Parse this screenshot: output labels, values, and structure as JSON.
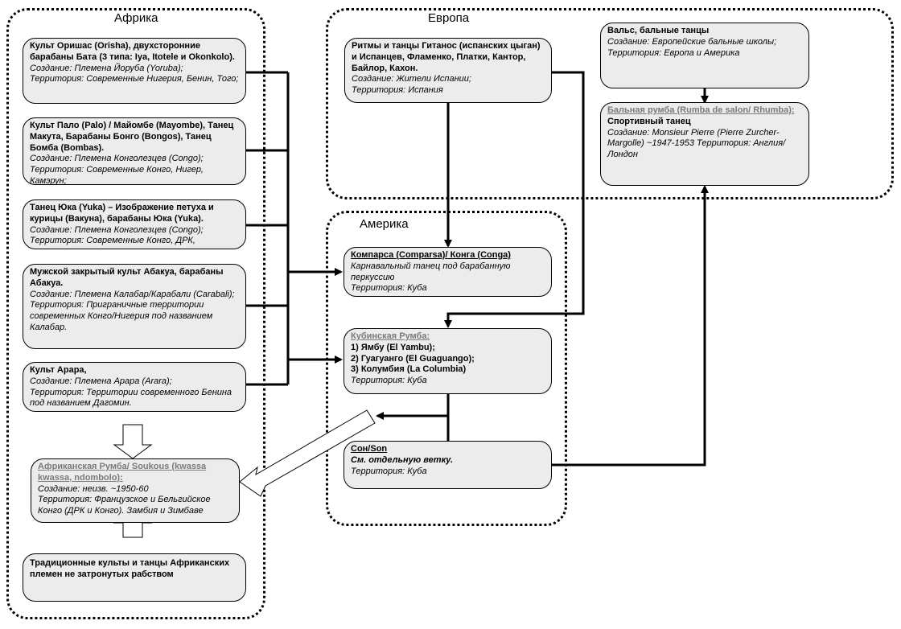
{
  "regions": {
    "africa": "Африка",
    "europe": "Европа",
    "america": "Америка"
  },
  "boxes": {
    "orisha": {
      "title": "Культ Оришас (Orisha), двухсторонние барабаны Бата (3 типа: Iya, Itotele и Okonkolo).",
      "creation": "Создание: Племена Йоруба (Yoruba);",
      "territory": "Территория: Современные Нигерия, Бенин, Того;"
    },
    "palo": {
      "title": "Культ Пало (Palo) / Майомбе (Mayombe), Танец Макута, Барабаны Бонго (Bongos), Танец Бомба (Bombas).",
      "creation": "Создание: Племена Конголезцев (Congo);",
      "territory": "Территория: Современные Конго, Нигер, Камэрун;"
    },
    "yuka": {
      "title": "Танец Юка (Yuka) –  Изображение петуха и курицы (Вакуна), барабаны Юка (Yuka).",
      "creation": "Создание: Племена Конголезцев (Congo);",
      "territory": "Территория: Современные Конго, ДРК,"
    },
    "abakua": {
      "title": "Мужской закрытый культ Абакуа, барабаны Абакуа.",
      "creation": "Создание: Племена Калабар/Карабали (Carabali);",
      "territory": "Территория: Приграничные территории современных Конго/Нигерия под названием Калабар."
    },
    "arara": {
      "title": "Культ Арара,",
      "creation": "Создание: Племена Арара (Arara);",
      "territory": "Территория: Территории современного Бенина под названием Дагомин."
    },
    "soukous": {
      "title": "Африканская Румба/ Soukous (kwassa kwassa, ndombolo):",
      "creation": "Создание: неизв. ~1950-60",
      "territory": "Территория: Французское и Бельгийское Конго (ДРК и Конго). Замбия и Зимбаве"
    },
    "traditional": {
      "title": "Традиционные культы и танцы Африканских племен не затронутых рабством"
    },
    "gitanos": {
      "title": "Ритмы и танцы Гитанос  (испанских цыган) и Испанцев, Фламенко, Платки, Кантор, Байлор, Кахон.",
      "creation": "Создание: Жители Испании;",
      "territory": "Территория: Испания"
    },
    "waltz": {
      "title": "Вальс, бальные танцы",
      "creation": "Создание: Европейские бальные школы;",
      "territory": "Территория: Европа и Америка"
    },
    "ballroom": {
      "title": "Бальная румба (Rumba de salon/ Rhumba):",
      "subtitle": "Спортивный танец",
      "creation": "Создание: Monsieur Pierre (Pierre Zurcher-Margolle) ~1947-1953 Территория: Англия/Лондон"
    },
    "comparsa": {
      "title": "Компарса (Comparsa)/ Конга (Conga)",
      "desc": "Карнавальный танец под барабанную перкуссию",
      "territory": "Территория: Куба"
    },
    "cuban": {
      "title": "Кубинская Румба:",
      "item1": "1) Ямбу (El Yambu);",
      "item2": "2) Гуагуанго (El Guaguango);",
      "item3": "3) Колумбия (La Columbia)",
      "territory": "Территория: Куба"
    },
    "son": {
      "title": "Сон/Son",
      "subtitle": "См. отдельную ветку.",
      "territory": "Территория: Куба"
    }
  }
}
